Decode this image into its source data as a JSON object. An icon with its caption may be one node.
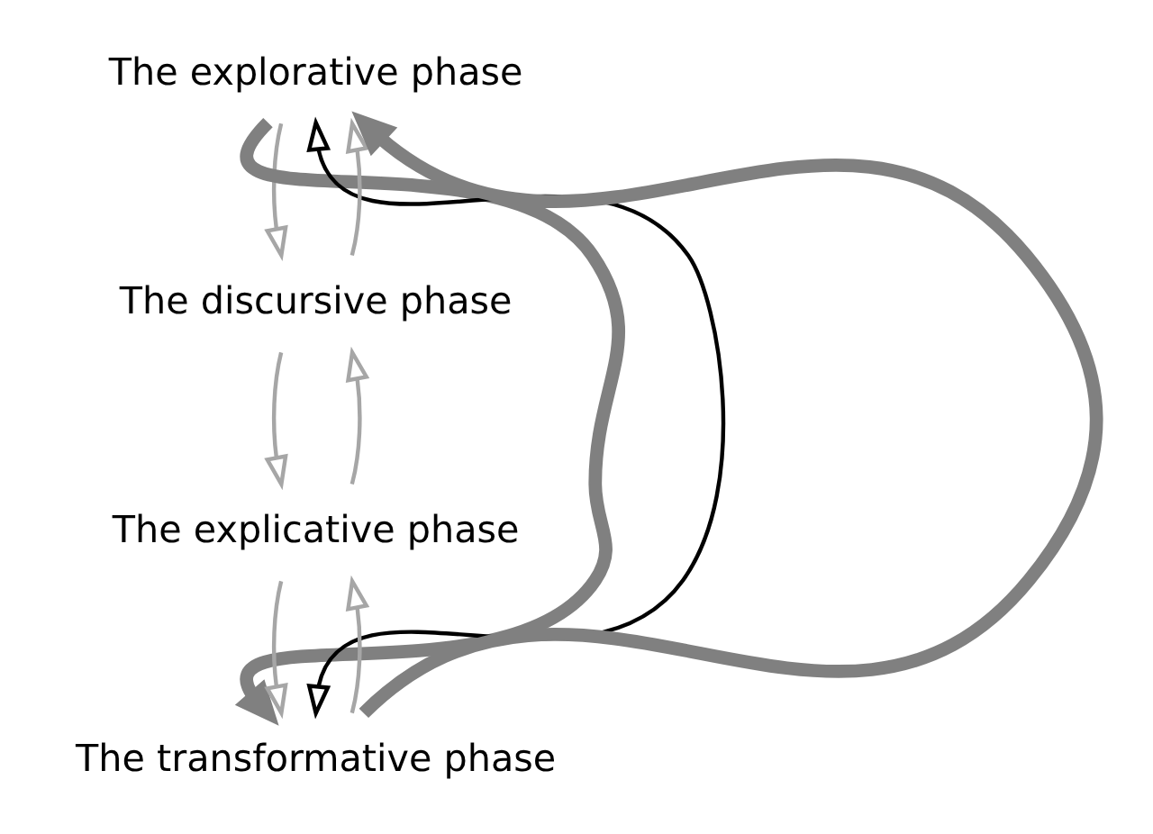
{
  "diagram": {
    "nodes": [
      {
        "text": [
          "The explorative phase"
        ]
      },
      {
        "text": [
          "The discursive phase"
        ]
      },
      {
        "text": [
          "The explicative phase"
        ]
      },
      {
        "text": [
          "The transformative phase"
        ]
      }
    ],
    "edges": [
      {
        "from": 0,
        "to": 3,
        "arrow": "to",
        "style": "thick",
        "color": "#808080"
      },
      {
        "from": 3,
        "to": 0,
        "arrow": "to",
        "style": "thick",
        "color": "#808080"
      },
      {
        "from": 0,
        "to": 3,
        "arrow": "both",
        "color": "#000000"
      },
      {
        "from": 1,
        "to": 0,
        "arrow": "to"
      },
      {
        "from": 0,
        "to": 1,
        "arrow": "to"
      },
      {
        "from": 2,
        "to": 1,
        "arrow": "to"
      },
      {
        "from": 1,
        "to": 2,
        "arrow": "to"
      },
      {
        "from": 3,
        "to": 2,
        "arrow": "to"
      },
      {
        "from": 2,
        "to": 3,
        "arrow": "to"
      }
    ]
  }
}
